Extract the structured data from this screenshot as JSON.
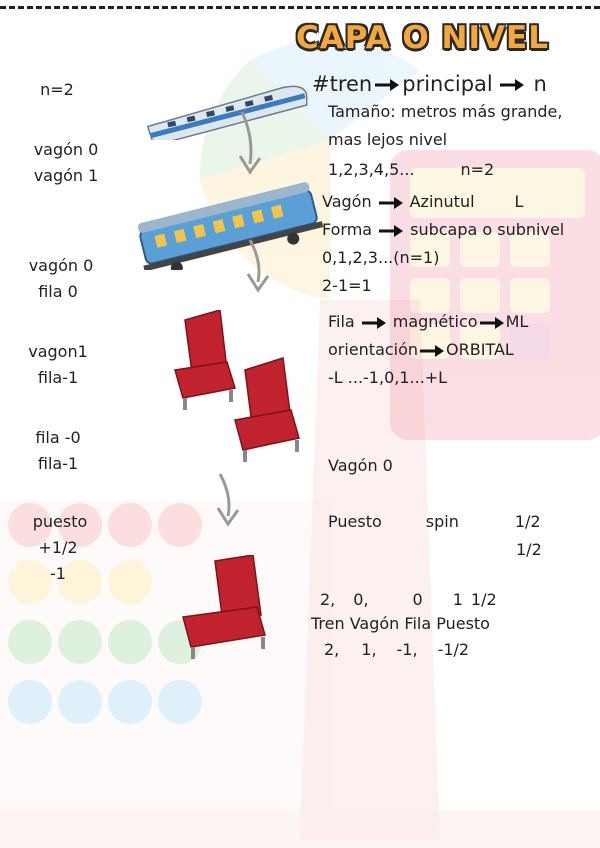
{
  "title": "CAPA O NIVEL",
  "left_labels": {
    "l1": "n=2",
    "l2": "vagón 0",
    "l3": "vagón 1",
    "l4": "vagón 0",
    "l5": "fila 0",
    "l6": "vagon1",
    "l7": "fila-1",
    "l8": "fila -0",
    "l9": "fila-1",
    "l10": "puesto",
    "l11": "+1/2",
    "l12": "-1"
  },
  "right": {
    "r1_a": "#tren",
    "r1_b": "principal",
    "r1_c": "n",
    "r2": "Tamaño: metros más grande,",
    "r3": "mas lejos nivel",
    "r4_a": "1,2,3,4,5...",
    "r4_b": "n=2",
    "r5_a": "Vagón",
    "r5_b": "Azinutul",
    "r5_c": "L",
    "r6_a": "Forma",
    "r6_b": "subcapa o subnivel",
    "r7": "0,1,2,3...(n=1)",
    "r8": "2-1=1",
    "r9_a": "Fila",
    "r9_b": "magnético",
    "r9_c": "ML",
    "r10_a": "orientación",
    "r10_b": "ORBITAL",
    "r11": "-L  ...-1,0,1...+L",
    "r12": "Vagón 0",
    "r13_a": "Puesto",
    "r13_b": "spin",
    "r13_c": "1/2",
    "r14": "1/2",
    "r15_a": "2,",
    "r15_b": "0,",
    "r15_c": "0",
    "r15_d": "1",
    "r15_e": "1/2",
    "r16": "Tren  Vagón  Fila Puesto",
    "r17_a": "2,",
    "r17_b": "1,",
    "r17_c": "-1,",
    "r17_d": "-1/2"
  },
  "icons": [
    "train-icon",
    "wagon-icon",
    "seat-row-icon",
    "seat-icon",
    "down-arrow-icon",
    "right-arrow-icon"
  ],
  "colors": {
    "title": "#f4a73a",
    "seat": "#c0222e",
    "wagon": "#4a90c2"
  }
}
